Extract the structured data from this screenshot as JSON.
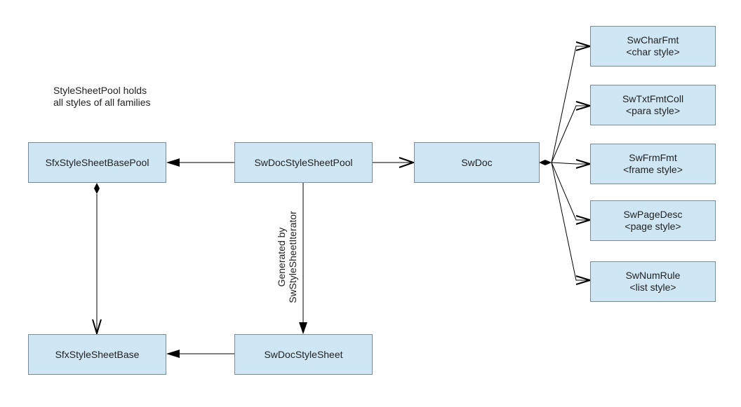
{
  "diagram": {
    "note": {
      "line1": "StyleSheetPool holds",
      "line2": "all styles of all families"
    },
    "edge_label": {
      "line1": "Generated by",
      "line2": "SwStyleSheetIterator"
    },
    "nodes": {
      "sfx_pool": {
        "title": "SfxStyleSheetBasePool"
      },
      "sw_pool": {
        "title": "SwDocStyleSheetPool"
      },
      "sw_doc": {
        "title": "SwDoc"
      },
      "sfx_base": {
        "title": "SfxStyleSheetBase"
      },
      "sw_sheet": {
        "title": "SwDocStyleSheet"
      },
      "char_fmt": {
        "title": "SwCharFmt",
        "subtitle": "<char style>"
      },
      "txt_coll": {
        "title": "SwTxtFmtColl",
        "subtitle": "<para style>"
      },
      "frm_fmt": {
        "title": "SwFrmFmt",
        "subtitle": "<frame style>"
      },
      "page_desc": {
        "title": "SwPageDesc",
        "subtitle": "<page style>"
      },
      "num_rule": {
        "title": "SwNumRule",
        "subtitle": "<list style>"
      }
    }
  },
  "colors": {
    "node_fill": "#cfe6f4",
    "node_border": "#7a8a96",
    "edge": "#000000"
  }
}
